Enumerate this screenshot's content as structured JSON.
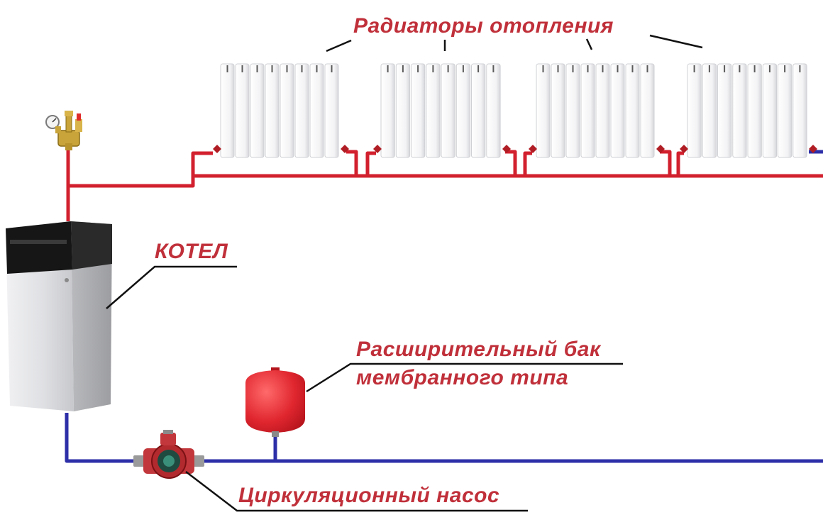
{
  "labels": {
    "radiators": "Радиаторы отопления",
    "boiler": "КОТЕЛ",
    "tank_line1": "Расширительный бак",
    "tank_line2": "мембранного типа",
    "pump": "Циркуляционный насос"
  },
  "colors": {
    "supply_pipe": "#d2202e",
    "return_pipe": "#2d2fa8",
    "label_red": "#c0303a",
    "label_dark": "#1d1d1d",
    "tank": "#e0262f",
    "boiler_body": "#dcdde0",
    "boiler_panel": "#161616"
  },
  "icons": {
    "safety_group": "pressure-gauge-valve-group-icon",
    "pump": "circulation-pump-icon",
    "tank": "expansion-tank-icon",
    "boiler": "floor-boiler-icon",
    "radiator": "sectional-radiator-icon"
  }
}
